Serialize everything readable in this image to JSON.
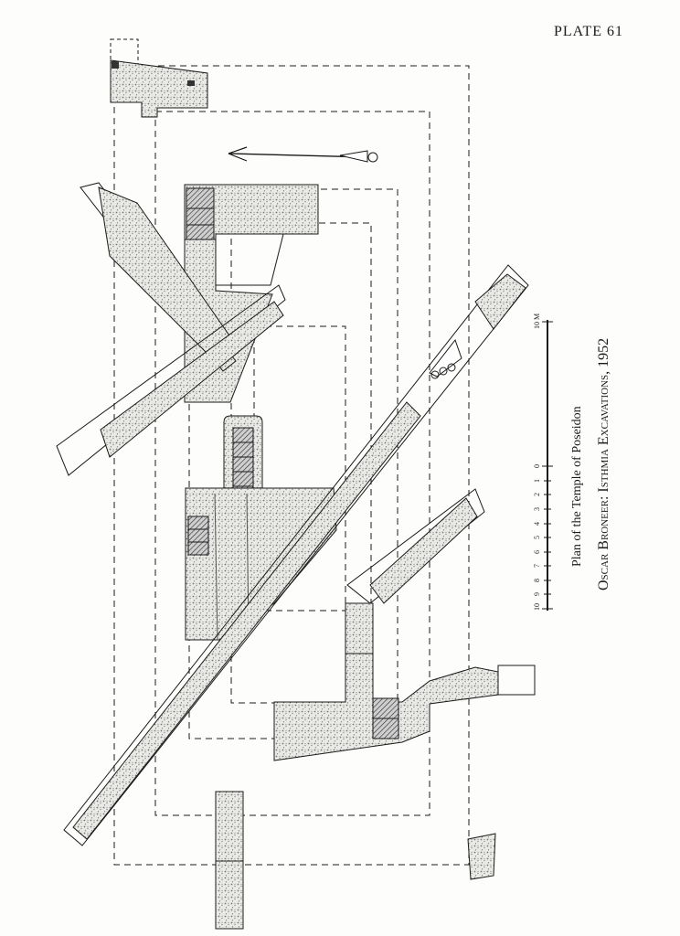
{
  "plate": {
    "label": "PLATE 61"
  },
  "captions": {
    "title": "Plan of the Temple of Poseidon",
    "credit": "Oscar Broneer: Isthmia Excavations, 1952"
  },
  "scale_bar": {
    "unit": "M",
    "ticks": [
      "10",
      "9",
      "8",
      "7",
      "6",
      "5",
      "4",
      "3",
      "2",
      "1",
      "0",
      "10"
    ]
  },
  "colors": {
    "ink": "#1a1a1a",
    "stipple": "#8a8a8a",
    "paper": "#fdfdfb"
  },
  "icons": {
    "north_arrow": "north-arrow-icon"
  }
}
